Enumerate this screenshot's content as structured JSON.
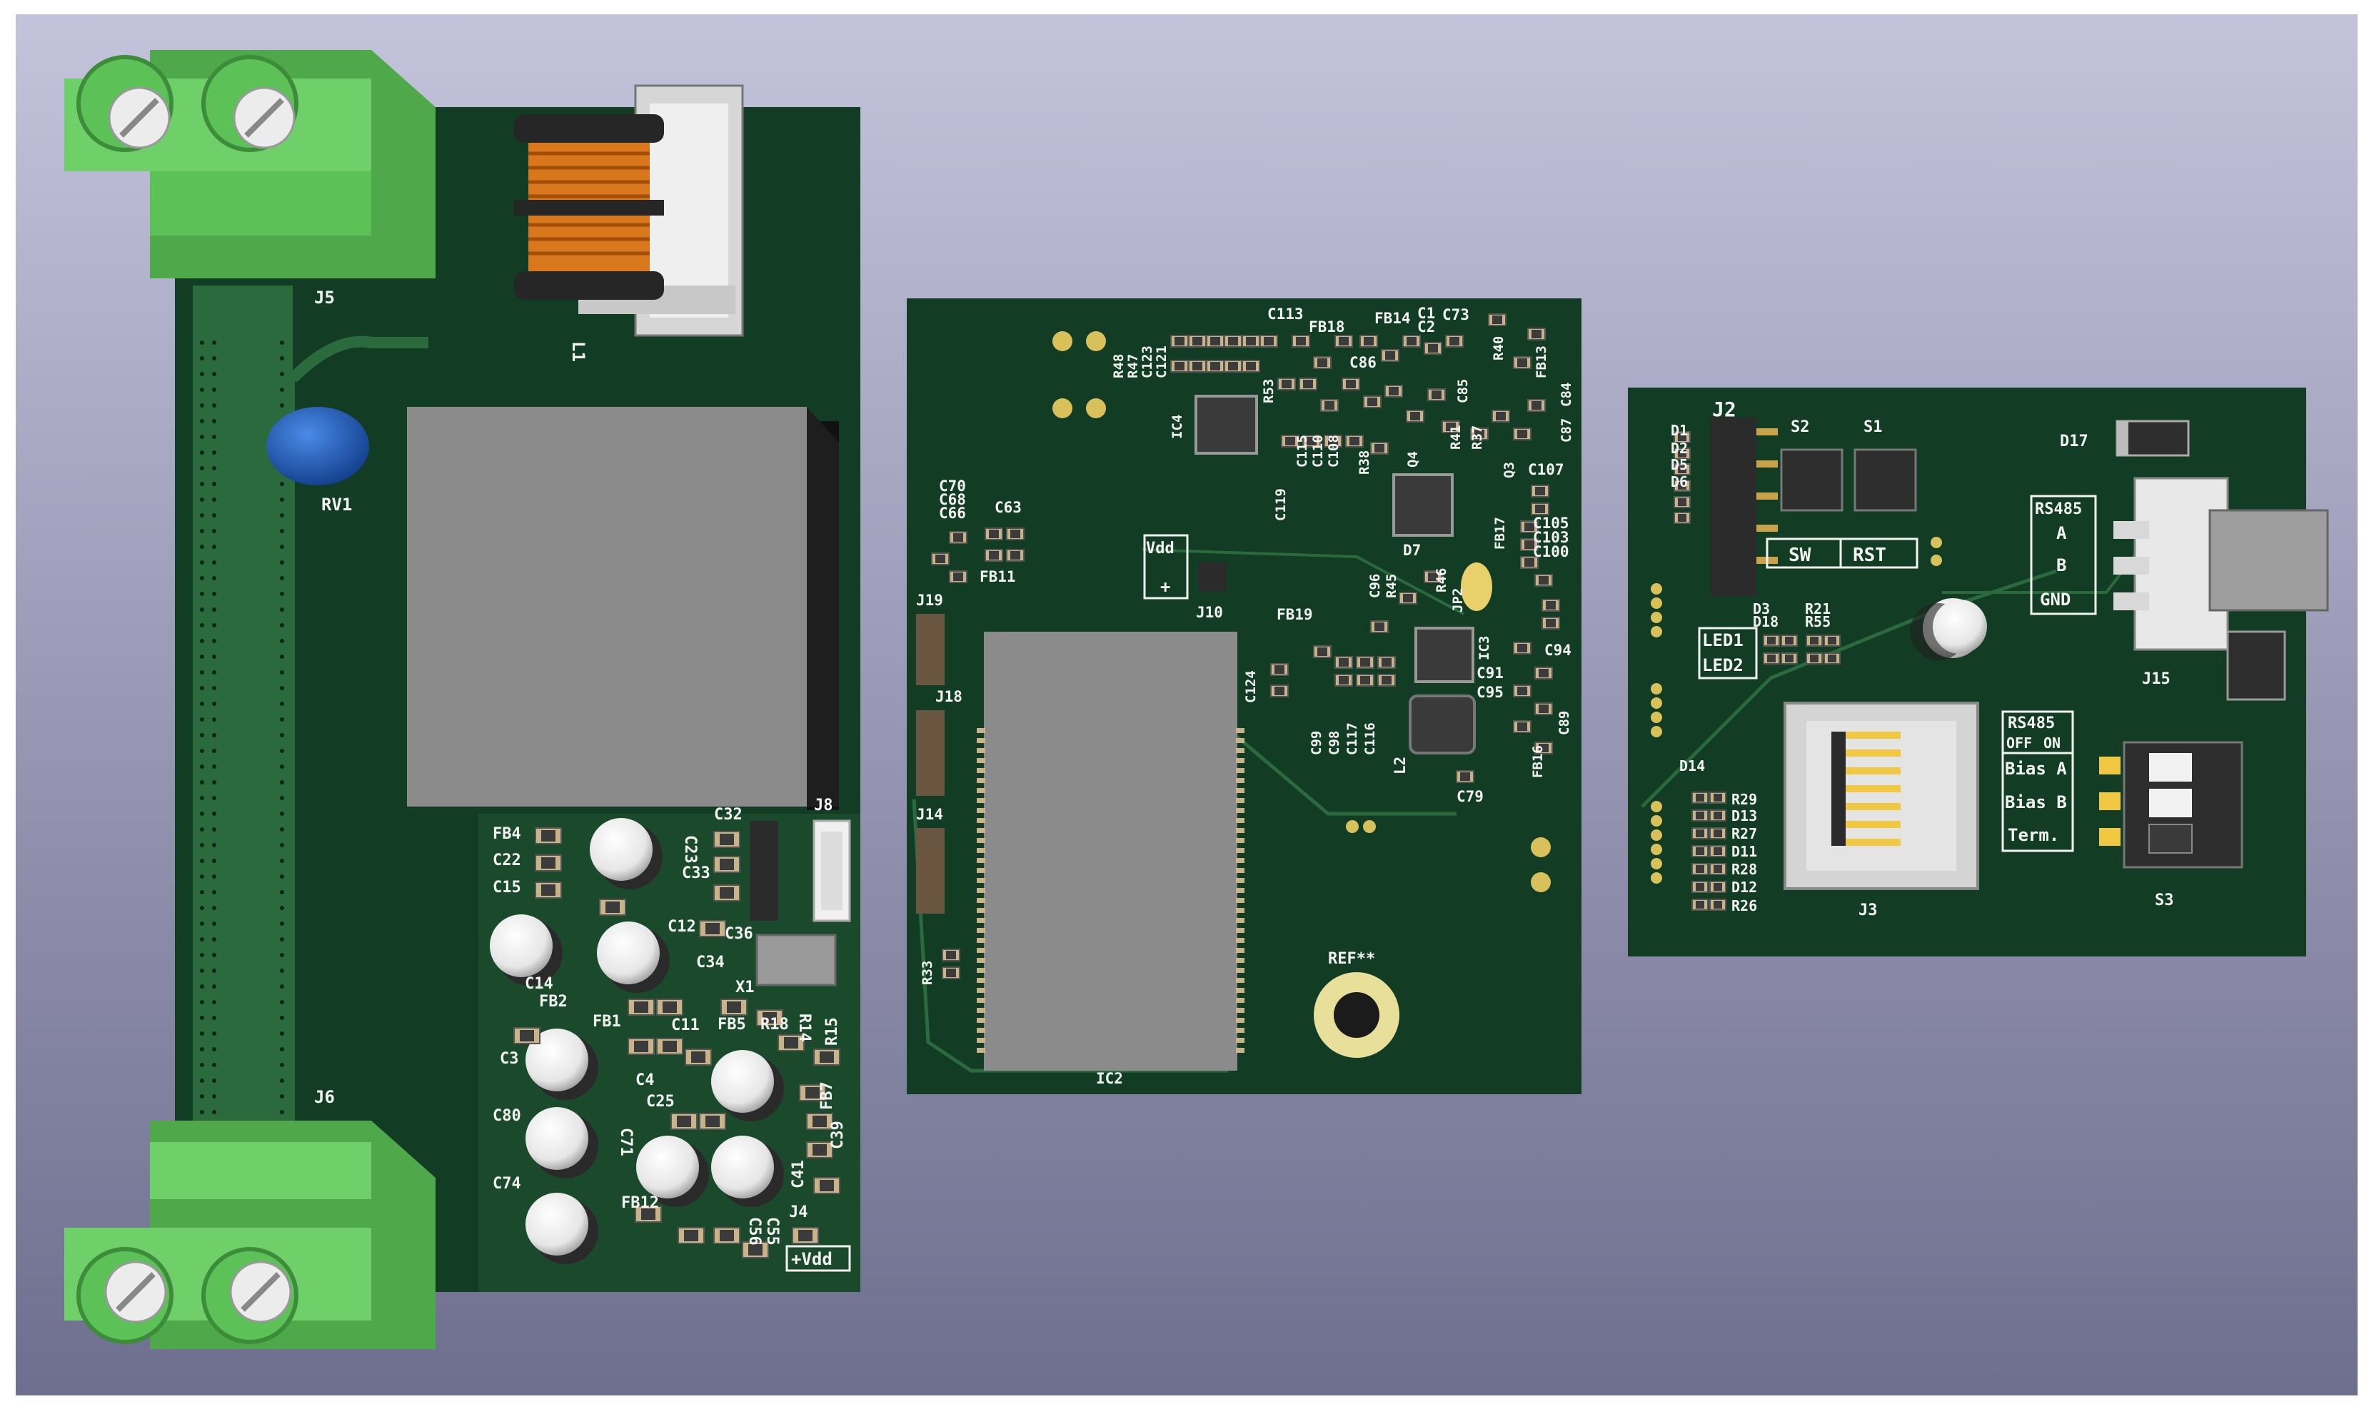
{
  "colors": {
    "background_top": "#c3c3dc",
    "background_bottom": "#6e6e8e",
    "pcb": "#123d24",
    "pcb_trace": "#2a6a3c",
    "silkscreen": "#f2f2f2",
    "terminal": "#6fd06a",
    "pad_gold": "#d8c15a",
    "module": "#8b8b8b"
  },
  "board1": {
    "labels": {
      "J5": "J5",
      "L1": "L1",
      "RV1": "RV1",
      "J6": "J6",
      "J8": "J8",
      "FB4": "FB4",
      "C22": "C22",
      "C15": "C15",
      "C23": "C23",
      "C33": "C33",
      "C32": "C32",
      "C36": "C36",
      "C12": "C12",
      "C34": "C34",
      "C14": "C14",
      "FB2": "FB2",
      "FB1": "FB1",
      "X1": "X1",
      "FB5": "FB5",
      "R18": "R18",
      "R14": "R14",
      "R15": "R15",
      "C11": "C11",
      "C3": "C3",
      "C4": "C4",
      "C25": "C25",
      "C80": "C80",
      "C71": "C71",
      "FB7": "FB7",
      "C39": "C39",
      "C74": "C74",
      "FB12": "FB12",
      "C41": "C41",
      "C56": "C56",
      "C55": "C55",
      "J4": "J4",
      "Vdd": "+Vdd"
    }
  },
  "board2": {
    "labels": {
      "C113": "C113",
      "FB18": "FB18",
      "FB14": "FB14",
      "C1": "C1",
      "C2": "C2",
      "C73": "C73",
      "R48": "R48",
      "R47": "R47",
      "C123": "C123",
      "C121": "C121",
      "C86": "C86",
      "R40": "R40",
      "FB13": "FB13",
      "IC4": "IC4",
      "R53": "R53",
      "C85": "C85",
      "R37": "R37",
      "C87": "C87",
      "C84": "C84",
      "C115": "C115",
      "C110": "C110",
      "C108": "C108",
      "R38": "R38",
      "Q4": "Q4",
      "R41": "R41",
      "Q3": "Q3",
      "C107": "C107",
      "C70": "C70",
      "C68": "C68",
      "C66": "C66",
      "C63": "C63",
      "C119": "C119",
      "FB11": "FB11",
      "Vdd": "Vdd",
      "D7": "D7",
      "FB17": "FB17",
      "C105": "C105",
      "C103": "C103",
      "C100": "C100",
      "J19": "J19",
      "J10": "J10",
      "C96": "C96",
      "R45": "R45",
      "R46": "R46",
      "JP2": "JP2",
      "FB19": "FB19",
      "IC3": "IC3",
      "C94": "C94",
      "C124": "C124",
      "C91": "C91",
      "C95": "C95",
      "J18": "J18",
      "C99": "C99",
      "C98": "C98",
      "C117": "C117",
      "C116": "C116",
      "L2": "L2",
      "C89": "C89",
      "FB16": "FB16",
      "J14": "J14",
      "C79": "C79",
      "R33": "R33",
      "REF": "REF**",
      "IC2": "IC2"
    }
  },
  "board3": {
    "labels": {
      "J2": "J2",
      "S2": "S2",
      "S1": "S1",
      "D17": "D17",
      "D1": "D1",
      "D2": "D2",
      "D5": "D5",
      "D6": "D6",
      "SW": "SW",
      "RST": "RST",
      "RS485_top": "RS485",
      "A": "A",
      "B": "B",
      "GND": "GND",
      "D3": "D3",
      "D18": "D18",
      "R21": "R21",
      "R55": "R55",
      "LED1": "LED1",
      "LED2": "LED2",
      "J15": "J15",
      "RS485_bias": "RS485",
      "OFF": "OFF",
      "ON": "ON",
      "BiasA": "Bias A",
      "BiasB": "Bias B",
      "Term": "Term.",
      "D14": "D14",
      "R29": "R29",
      "D13": "D13",
      "R27": "R27",
      "D11": "D11",
      "R28": "R28",
      "D12": "D12",
      "R26": "R26",
      "J3": "J3",
      "S3": "S3"
    }
  }
}
